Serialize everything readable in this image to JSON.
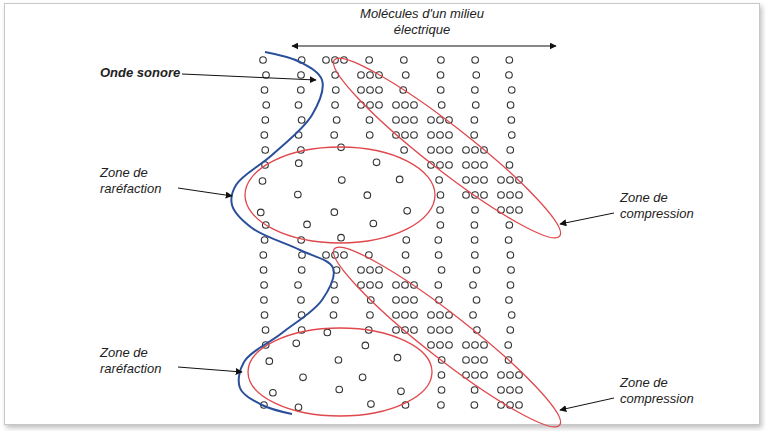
{
  "diagram": {
    "labels": [
      "Molécules d'un milieu électrique",
      "Onde sonore",
      "Zone de raréfaction",
      "Zone de compression",
      "Zone de raréfaction",
      "Zone de compression"
    ]
  }
}
